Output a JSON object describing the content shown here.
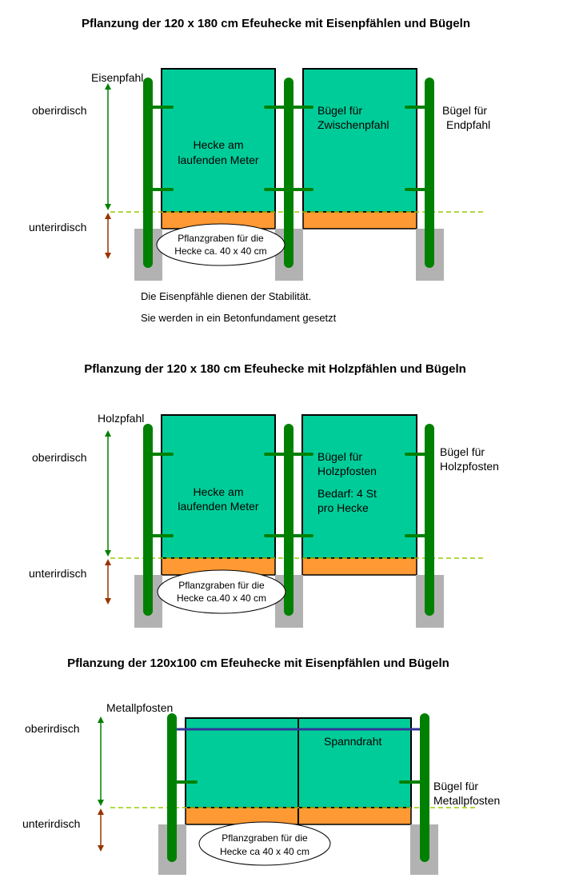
{
  "sections": [
    {
      "title": "Pflanzung der 120 x 180 cm Efeuhecke mit Eisenpfählen und Bügeln",
      "post_label": "Eisenpfahl",
      "above_label": "oberirdisch",
      "below_label": "unterirdisch",
      "hedge_label": [
        "Hecke am",
        "laufenden Meter"
      ],
      "middle_bracket_label": [
        "Bügel für",
        "Zwischenpfahl"
      ],
      "end_bracket_label": [
        "Bügel  für",
        "Endpfahl"
      ],
      "trench_label": [
        "Pflanzgraben für die",
        "Hecke ca. 40 x 40 cm"
      ],
      "notes": [
        "Die Eisenpfähle dienen der Stabilität.",
        "Sie werden in ein Betonfundament gesetzt"
      ]
    },
    {
      "title": "Pflanzung der 120 x 180 cm Efeuhecke mit Holzpfählen und Bügeln",
      "post_label": "Holzpfahl",
      "above_label": "oberirdisch",
      "below_label": "unterirdisch",
      "hedge_label": [
        "Hecke am",
        "laufenden Meter"
      ],
      "middle_bracket_label": [
        "Bügel für",
        "Holzpfosten",
        "Bedarf: 4 St",
        "pro Hecke"
      ],
      "end_bracket_label": [
        "Bügel  für",
        "Holzpfosten"
      ],
      "trench_label": [
        "Pflanzgraben für die",
        "Hecke ca.40 x 40 cm"
      ]
    },
    {
      "title": "Pflanzung der 120x100 cm Efeuhecke mit Eisenpfählen und Bügeln",
      "post_label": "Metallpfosten",
      "above_label": "oberirdisch",
      "below_label": "unterirdisch",
      "wire_label": "Spanndraht",
      "end_bracket_label": [
        "Bügel für",
        "Metallpfosten"
      ],
      "trench_label": [
        "Pflanzgraben für die",
        "Hecke ca 40 x 40  cm"
      ]
    }
  ],
  "colors": {
    "hedge": "#00CC99",
    "trench": "#FF9933",
    "post": "#008000",
    "bracket": "#008000",
    "concrete": "#B2B2B2",
    "ground_line": "#99CC00",
    "above_arrow": "#008000",
    "below_arrow": "#993300",
    "wire": "#333399"
  }
}
